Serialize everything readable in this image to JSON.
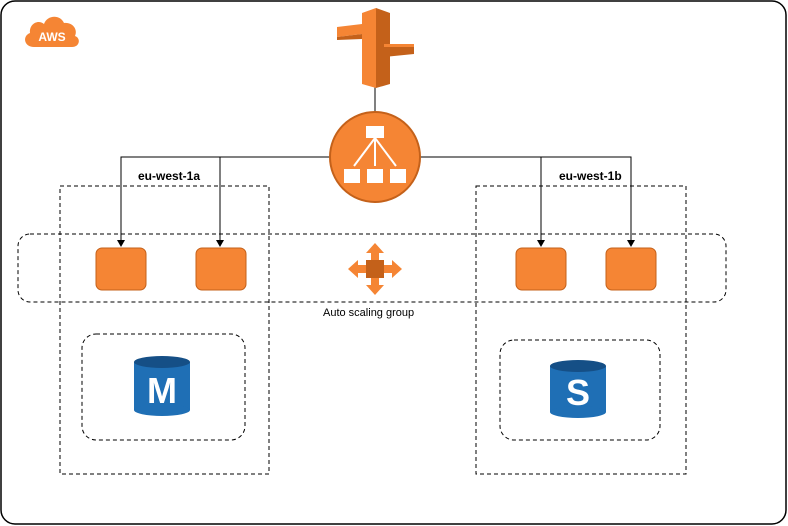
{
  "cloud": {
    "label": "AWS",
    "icon": "aws-cloud-icon"
  },
  "zones": [
    {
      "label": "eu-west-1a"
    },
    {
      "label": "eu-west-1b"
    }
  ],
  "autoscaling": {
    "label": "Auto scaling group",
    "icon": "auto-scaling-icon"
  },
  "databases": [
    {
      "letter": "M",
      "icon": "rds-master-icon"
    },
    {
      "letter": "S",
      "icon": "rds-standby-icon"
    }
  ],
  "icons": {
    "gateway": "api-gateway-icon",
    "load_balancer": "elastic-load-balancer-icon",
    "instance": "ec2-instance-icon"
  },
  "colors": {
    "aws_orange": "#f58534",
    "orange_dark": "#c4611a",
    "db_blue": "#1f6fb5",
    "db_blue_dark": "#154f86",
    "line": "#000000"
  }
}
